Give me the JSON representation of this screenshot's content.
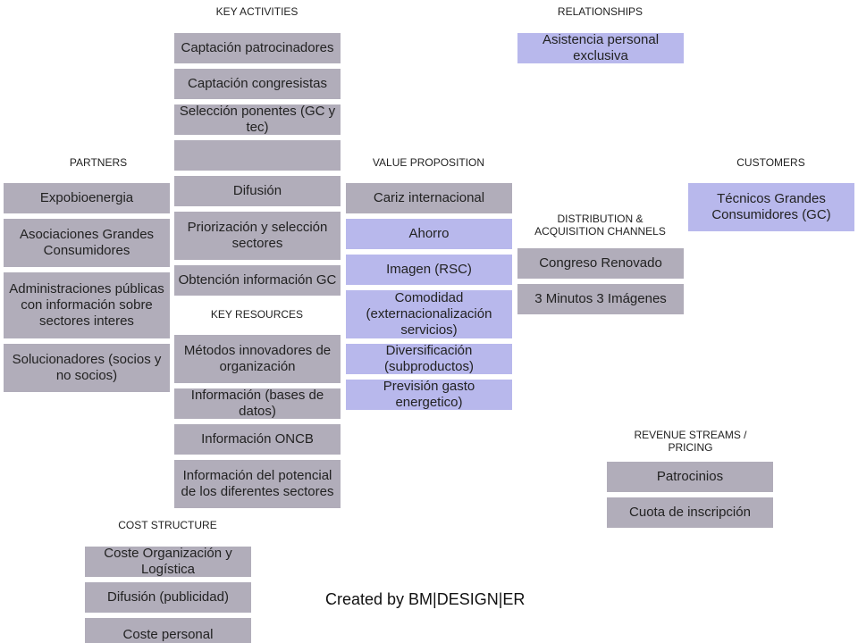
{
  "headers": {
    "key_activities": "KEY ACTIVITIES",
    "relationships": "RELATIONSHIPS",
    "partners": "PARTNERS",
    "value_proposition": "VALUE PROPOSITION",
    "customers": "CUSTOMERS",
    "distribution": "DISTRIBUTION  & ACQUISITION  CHANNELS",
    "key_resources": "KEY RESOURCES",
    "revenue": "REVENUE STREAMS / PRICING",
    "cost": "COST  STRUCTURE"
  },
  "key_activities": [
    "Captación patrocinadores",
    "Captación congresistas",
    "Selección ponentes (GC y tec)",
    "",
    "Difusión",
    "Priorización y selección sectores",
    "Obtención información GC"
  ],
  "relationships": [
    "Asistencia personal exclusiva"
  ],
  "partners": [
    "Expobioenergia",
    "Asociaciones Grandes Consumidores",
    "Administraciones públicas con información sobre sectores interes",
    "Solucionadores (socios y no socios)"
  ],
  "value_proposition": [
    "Cariz internacional",
    "Ahorro",
    "Imagen (RSC)",
    "Comodidad (externacionalización servicios)",
    "Diversificación (subproductos)",
    "Previsión gasto energetico)"
  ],
  "customers": [
    "Técnicos Grandes Consumidores (GC)"
  ],
  "channels": [
    "Congreso Renovado",
    "3 Minutos 3 Imágenes"
  ],
  "key_resources": [
    "Métodos innovadores de organización",
    "Información (bases de datos)",
    "Información ONCB",
    "Información del potencial de los diferentes sectores"
  ],
  "revenue": [
    "Patrocinios",
    "Cuota de inscripción"
  ],
  "cost": [
    "Coste Organización y Logística",
    "Difusión (publicidad)",
    "Coste personal"
  ],
  "credit": "Created by BM|DESIGN|ER",
  "colors": {
    "gray_box": "#b1adba",
    "blue_box": "#b8b8ec"
  }
}
